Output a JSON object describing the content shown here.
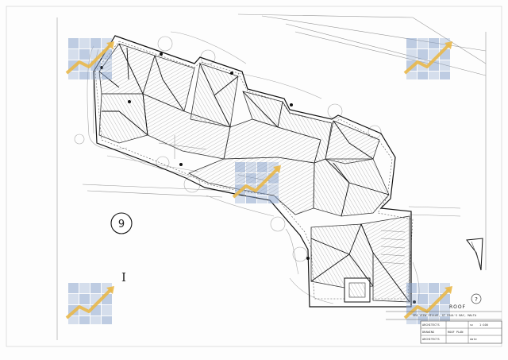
{
  "drawing": {
    "plot_number": "9",
    "section_marker": "I",
    "north_marker": "?",
    "view_label": "ROOF",
    "title_block": {
      "project": "SEA VIEW VILLAS, ST PAUL'S BAY, MALTA",
      "rows": [
        {
          "label": "ARCHITECTS",
          "value": "",
          "field2_label": "sc",
          "field2_value": "1:100"
        },
        {
          "label": "DRAWING",
          "value": "ROOF PLAN",
          "field2_label": "",
          "field2_value": ""
        },
        {
          "label": "ARCHITECTS",
          "value": "",
          "field2_label": "date",
          "field2_value": ""
        }
      ]
    },
    "watermark_name": "chart-logo-watermark",
    "colors": {
      "line": "#1a1a1a",
      "hatch": "#9a9a9a",
      "light": "#b5b5b5",
      "watermark_blue": "#7d9bc7",
      "watermark_gold": "#e9b84a"
    }
  }
}
